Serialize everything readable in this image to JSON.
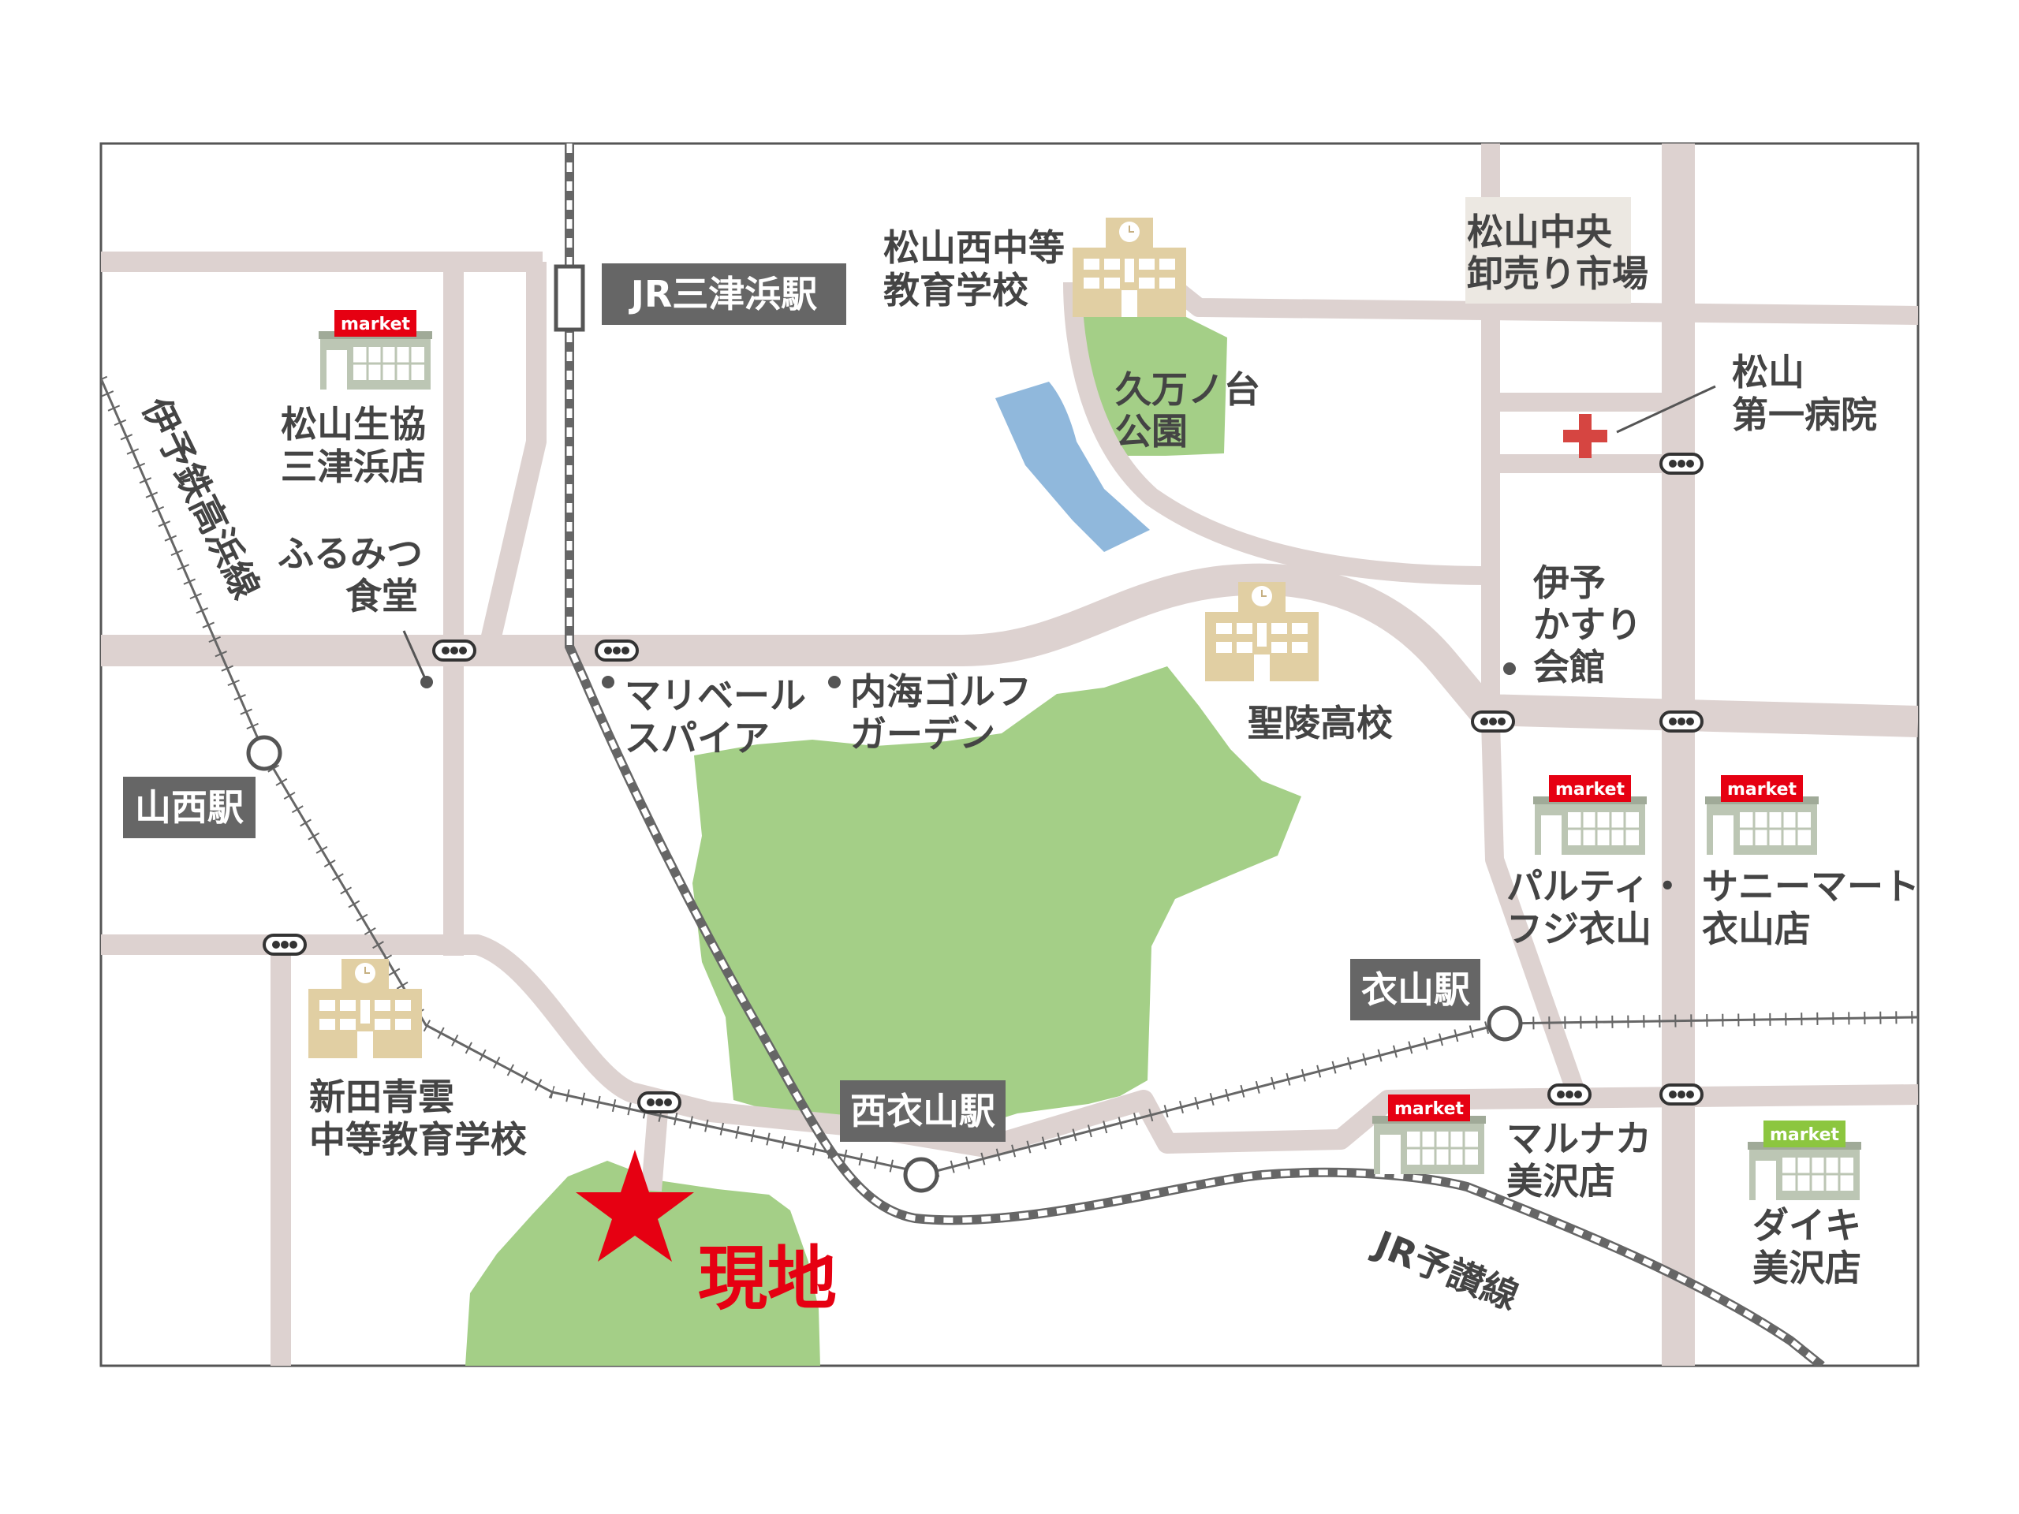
{
  "map": {
    "stations": {
      "mitsuhama": "JR三津浜駅",
      "yamanishi": "山西駅",
      "nishikinuyama": "西衣山駅",
      "kinuyama": "衣山駅"
    },
    "lines": {
      "iyotetsu": "伊予鉄高浜線",
      "jr_yosan": "JR予讃線"
    },
    "places": {
      "nishichu_1": "松山西中等",
      "nishichu_2": "教育学校",
      "kumanodai_1": "久万ノ台",
      "kumanodai_2": "公園",
      "oroshi_1": "松山中央",
      "oroshi_2": "卸売り市場",
      "hospital_1": "松山",
      "hospital_2": "第一病院",
      "coop_1": "松山生協",
      "coop_2": "三津浜店",
      "furumitsu_1": "ふるみつ",
      "furumitsu_2": "食堂",
      "iyokasuri_1": "伊予",
      "iyokasuri_2": "かすり",
      "iyokasuri_3": "会館",
      "mariveil_1": "マリベール",
      "mariveil_2": "スパイア",
      "golf_1": "内海ゴルフ",
      "golf_2": "ガーデン",
      "seiryo": "聖陵高校",
      "party_1": "パルティ・",
      "party_2": "フジ衣山",
      "sunny_1": "サニーマート",
      "sunny_2": "衣山店",
      "shinden_1": "新田青雲",
      "shinden_2": "中等教育学校",
      "marunaka_1": "マルナカ",
      "marunaka_2": "美沢店",
      "daiki_1": "ダイキ",
      "daiki_2": "美沢店"
    },
    "market_label": "market",
    "site_label": "現地",
    "colors": {
      "road": "#ddd2d0",
      "park": "#a4cf87",
      "water": "#90b8dc",
      "site": "#e60012",
      "station_box": "#666666",
      "school": "#e1cfa3",
      "market_red": "#e60012",
      "market_green": "#8cc63f"
    }
  }
}
